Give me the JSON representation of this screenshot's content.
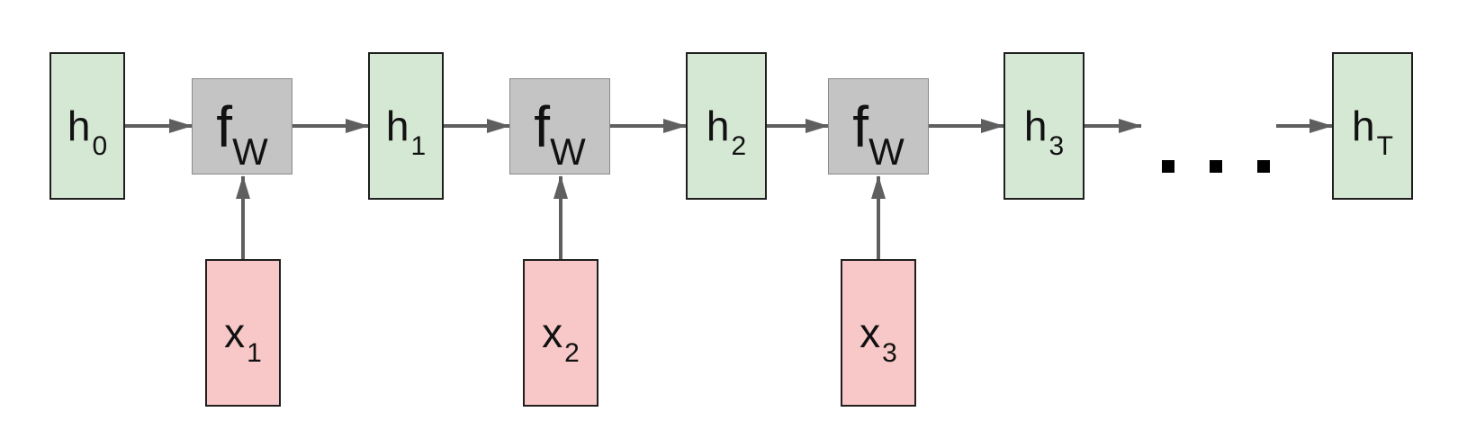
{
  "diagram": {
    "hidden_states": [
      {
        "base": "h",
        "sub": "0"
      },
      {
        "base": "h",
        "sub": "1"
      },
      {
        "base": "h",
        "sub": "2"
      },
      {
        "base": "h",
        "sub": "3"
      },
      {
        "base": "h",
        "sub": "T"
      }
    ],
    "functions": [
      {
        "base": "f",
        "sub": "W"
      },
      {
        "base": "f",
        "sub": "W"
      },
      {
        "base": "f",
        "sub": "W"
      }
    ],
    "inputs": [
      {
        "base": "x",
        "sub": "1"
      },
      {
        "base": "x",
        "sub": "2"
      },
      {
        "base": "x",
        "sub": "3"
      }
    ],
    "colors": {
      "hidden_fill": "#d5e8d4",
      "input_fill": "#f8c8c8",
      "function_fill": "#c4c4c4",
      "arrow": "#5f5f5f"
    }
  }
}
